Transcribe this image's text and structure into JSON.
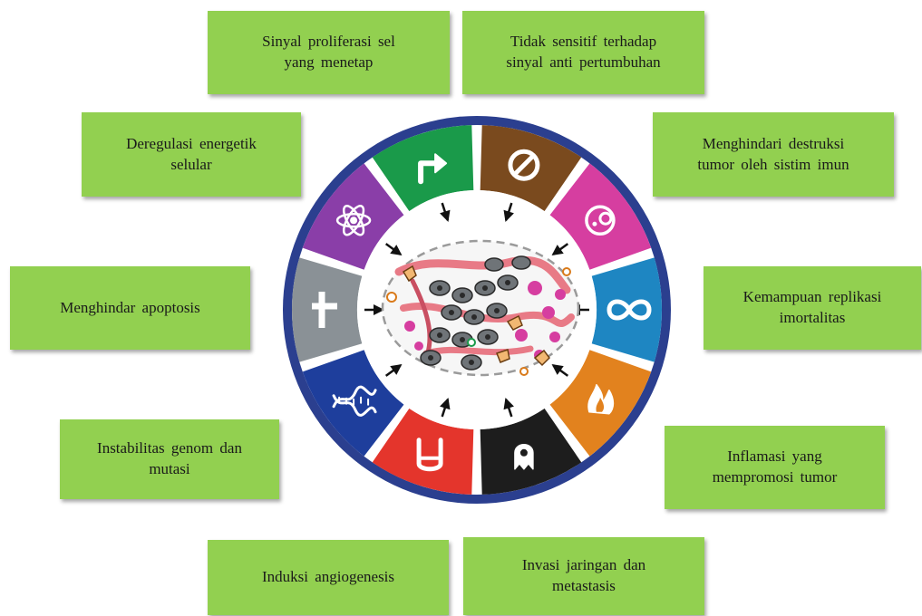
{
  "hallmarks": [
    {
      "id": "proliferation",
      "line1": "Sinyal proliferasi sel",
      "line2": "yang menetap",
      "color": "#1a9a4a",
      "icon": "arrow-turn-icon"
    },
    {
      "id": "growth-suppressors",
      "line1": "Tidak sensitif terhadap",
      "line2": "sinyal anti pertumbuhan",
      "color": "#7a4a1e",
      "icon": "prohibited-icon"
    },
    {
      "id": "immune-destruction",
      "line1": "Menghindari destruksi",
      "line2": "tumor oleh sistim imun",
      "color": "#d63ea0",
      "icon": "immune-cell-icon"
    },
    {
      "id": "replicative-immortality",
      "line1": "Kemampuan replikasi",
      "line2": "imortalitas",
      "color": "#1e86c2",
      "icon": "infinity-icon"
    },
    {
      "id": "tumor-inflammation",
      "line1": "Inflamasi yang",
      "line2": "mempromosi tumor",
      "color": "#e2821e",
      "icon": "flame-icon"
    },
    {
      "id": "invasion-metastasis",
      "line1": "Invasi jaringan dan",
      "line2": "metastasis",
      "color": "#1d1d1d",
      "icon": "ghost-cell-icon"
    },
    {
      "id": "angiogenesis",
      "line1": "Induksi angiogenesis",
      "line2": "",
      "color": "#e4352c",
      "icon": "vessel-icon"
    },
    {
      "id": "genome-instability",
      "line1": "Instabilitas genom dan",
      "line2": "mutasi",
      "color": "#1e3e9c",
      "icon": "dna-icon"
    },
    {
      "id": "apoptosis",
      "line1": "Menghindar apoptosis",
      "line2": "",
      "color": "#8a9196",
      "icon": "grave-cross-icon"
    },
    {
      "id": "energetics",
      "line1": "Deregulasi energetik",
      "line2": "selular",
      "color": "#8a3ea8",
      "icon": "atom-icon"
    }
  ],
  "colors": {
    "box": "#92d050",
    "ring_outline": "#2b3f8f",
    "arrow": "#111111"
  }
}
